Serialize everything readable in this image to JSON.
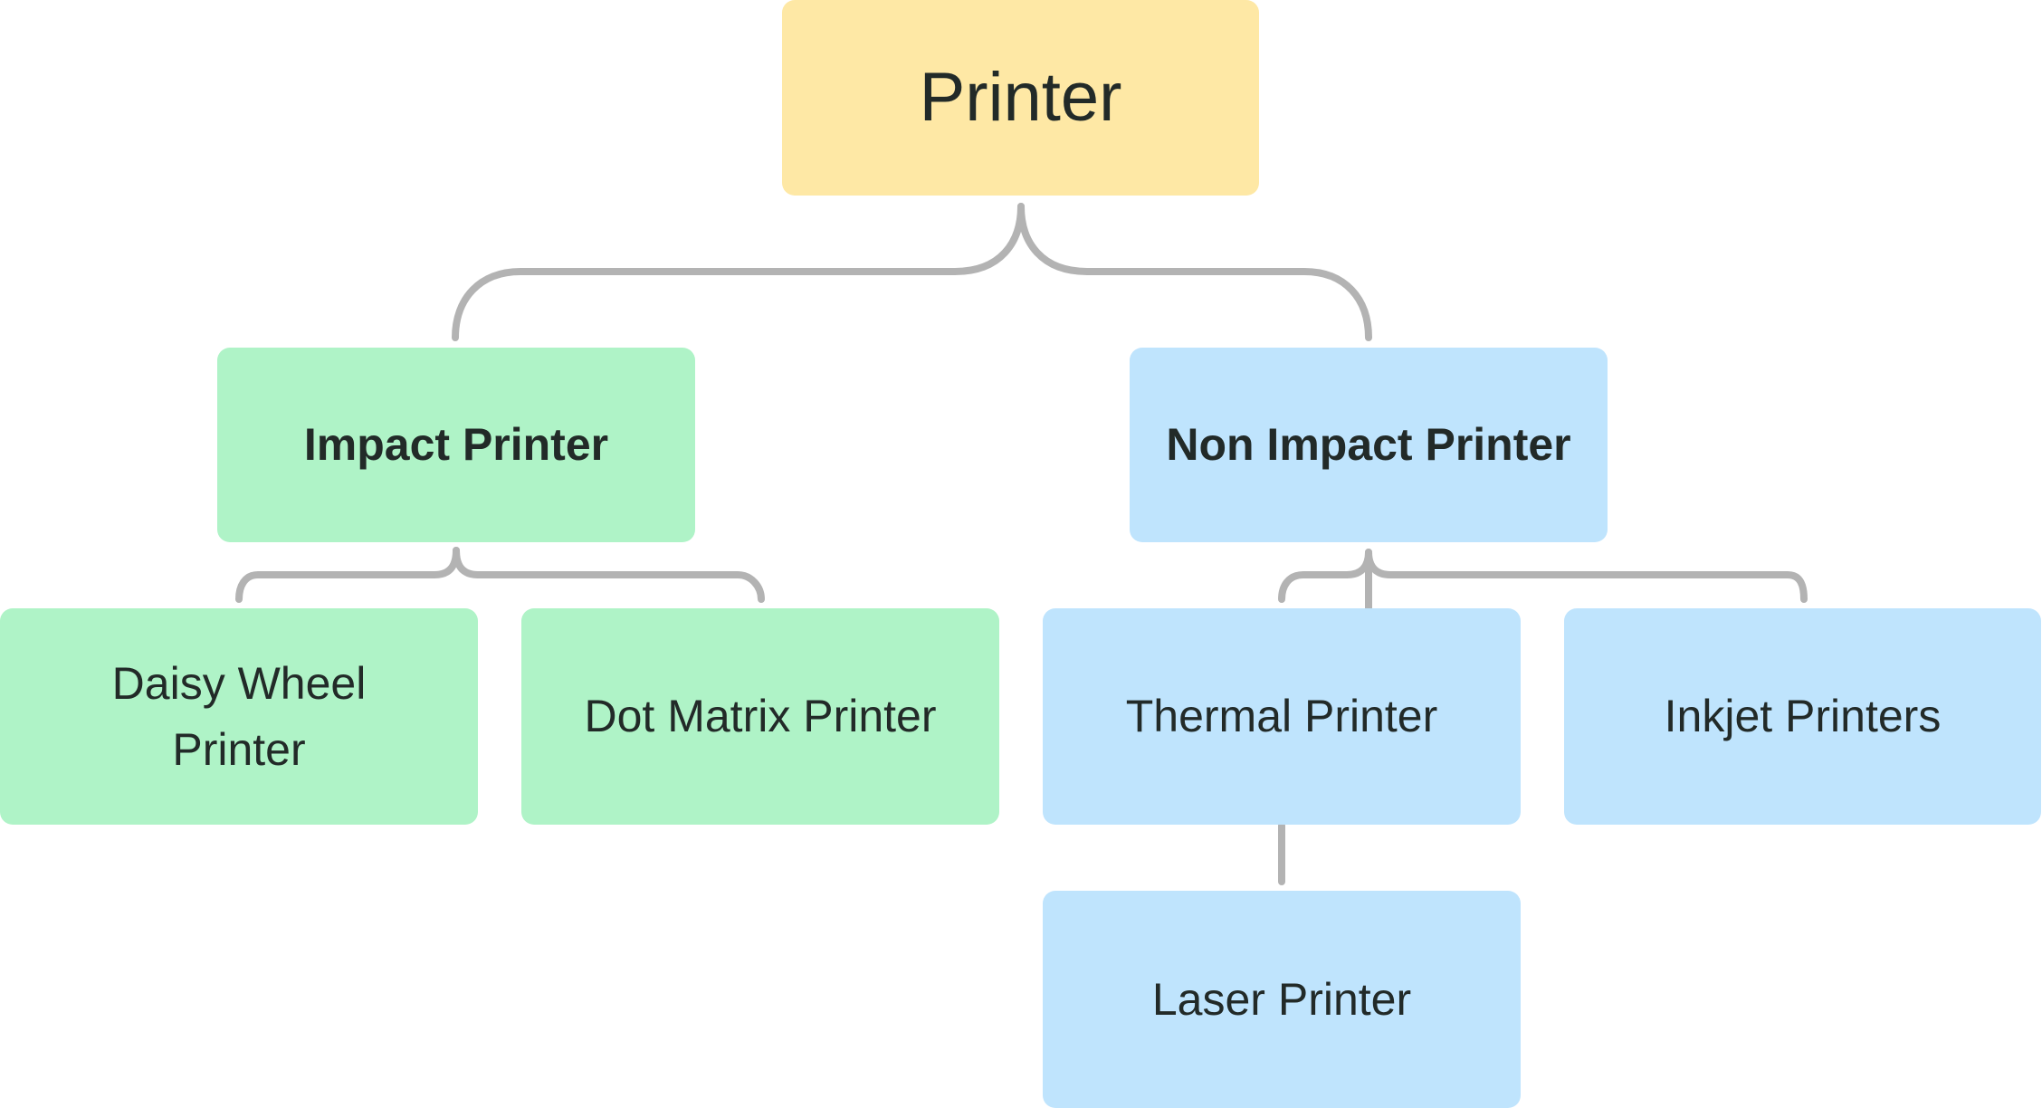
{
  "diagram": {
    "root": {
      "label": "Printer"
    },
    "impact": {
      "label": "Impact Printer",
      "children": [
        {
          "label": "Daisy Wheel Printer"
        },
        {
          "label": "Dot Matrix Printer"
        }
      ]
    },
    "non_impact": {
      "label": "Non Impact Printer",
      "children": [
        {
          "label": "Thermal Printer"
        },
        {
          "label": "Inkjet Printers"
        },
        {
          "label": "Laser Printer"
        }
      ]
    }
  },
  "colors": {
    "root_fill": "#fee8a5",
    "impact_fill": "#aff3c7",
    "non_impact_fill": "#bfe4fd",
    "connector": "#b3b3b3",
    "text": "#222a28"
  }
}
